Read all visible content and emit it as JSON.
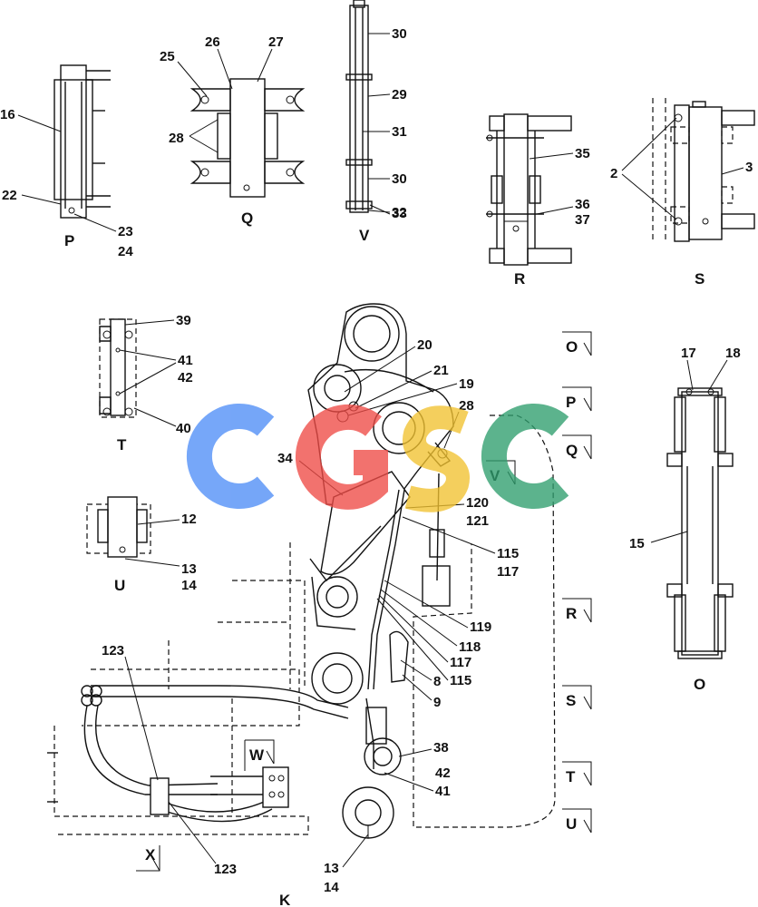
{
  "watermark": {
    "letters": [
      "C",
      "G",
      "S",
      "C"
    ],
    "colors": [
      "#4f8ef7",
      "#ef4b46",
      "#f2c230",
      "#2f9e6e"
    ]
  },
  "parts": {
    "p2": "2",
    "p3": "3",
    "p8": "8",
    "p9": "9",
    "p12": "12",
    "p13a": "13",
    "p14a": "14",
    "p13b": "13",
    "p14b": "14",
    "p15": "15",
    "p16": "16",
    "p17": "17",
    "p18": "18",
    "p19": "19",
    "p20": "20",
    "p21": "21",
    "p22": "22",
    "p23": "23",
    "p24": "24",
    "p25": "25",
    "p26": "26",
    "p27": "27",
    "p28a": "28",
    "p28b": "28",
    "p29": "29",
    "p30a": "30",
    "p30b": "30",
    "p31": "31",
    "p32": "32",
    "p33": "33",
    "p34": "34",
    "p35": "35",
    "p36": "36",
    "p37": "37",
    "p38": "38",
    "p39": "39",
    "p40": "40",
    "p41a": "41",
    "p42a": "42",
    "p41b": "41",
    "p42b": "42",
    "p115a": "115",
    "p117a": "117",
    "p115b": "115",
    "p117b": "117",
    "p118": "118",
    "p119": "119",
    "p120": "120",
    "p121": "121",
    "p123a": "123",
    "p123b": "123"
  },
  "views": {
    "P": "P",
    "Q": "Q",
    "V": "V",
    "R": "R",
    "S": "S",
    "T": "T",
    "U": "U",
    "O": "O",
    "K": "K"
  },
  "view_tags": {
    "O": "O",
    "P": "P",
    "Q": "Q",
    "V": "V",
    "R": "R",
    "S": "S",
    "T": "T",
    "U": "U",
    "W": "W",
    "X": "X"
  }
}
